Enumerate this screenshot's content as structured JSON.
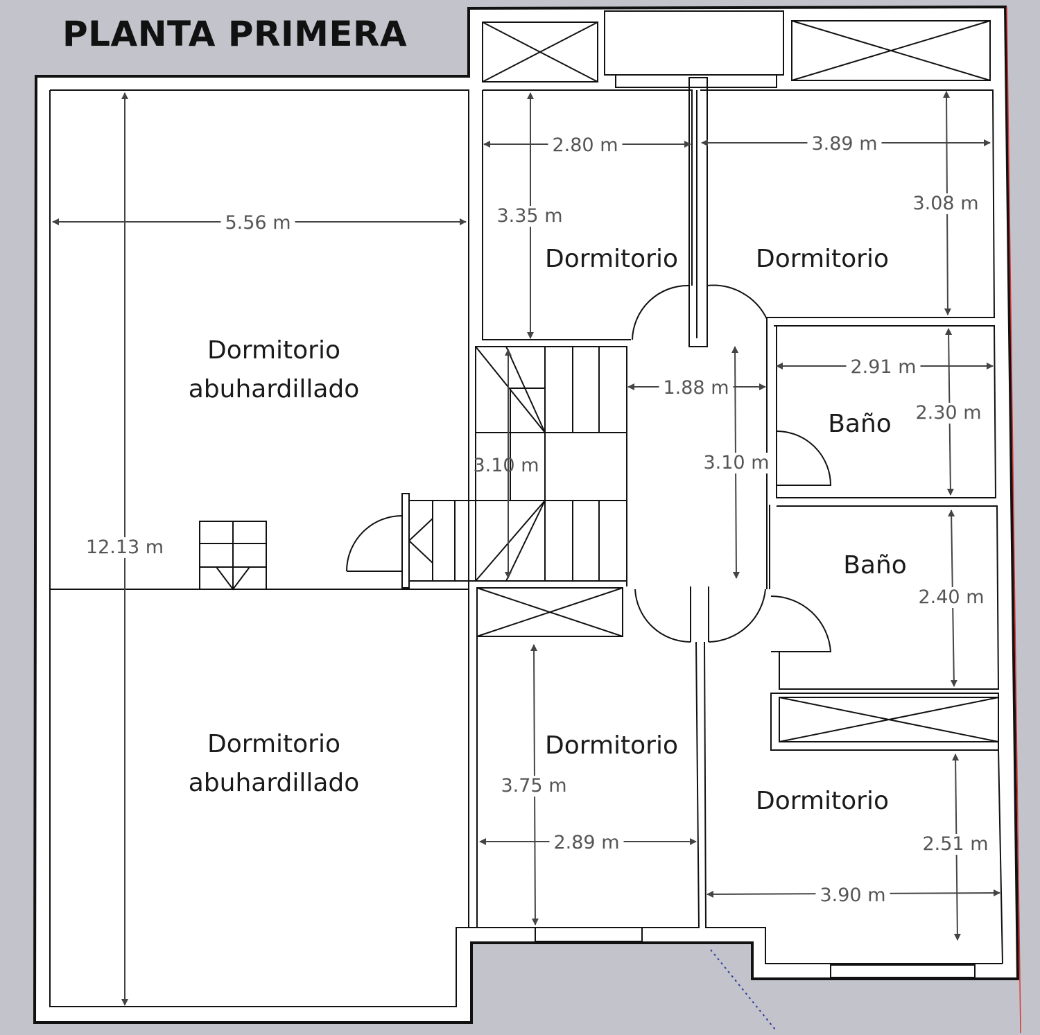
{
  "title": "PLANTA PRIMERA",
  "rooms": [
    {
      "line1": "Dormitorio",
      "line2": "abuhardillado"
    },
    {
      "line1": "Dormitorio",
      "line2": "abuhardillado"
    },
    {
      "line1": "Dormitorio"
    },
    {
      "line1": "Dormitorio"
    },
    {
      "line1": "Baño"
    },
    {
      "line1": "Baño"
    },
    {
      "line1": "Dormitorio"
    },
    {
      "line1": "Dormitorio"
    }
  ],
  "dimensions": [
    "5.56 m",
    "12.13 m",
    "2.80 m",
    "3.35 m",
    "3.89 m",
    "3.08 m",
    "1.88 m",
    "3.10 m",
    "3.10 m",
    "2.91 m",
    "2.30 m",
    "2.40 m",
    "3.75 m",
    "2.89 m",
    "2.51 m",
    "3.90 m"
  ],
  "colors": {
    "background": "#c2c3cb",
    "floor": "#ffffff",
    "wall": "#111111",
    "dimension": "#555555"
  }
}
